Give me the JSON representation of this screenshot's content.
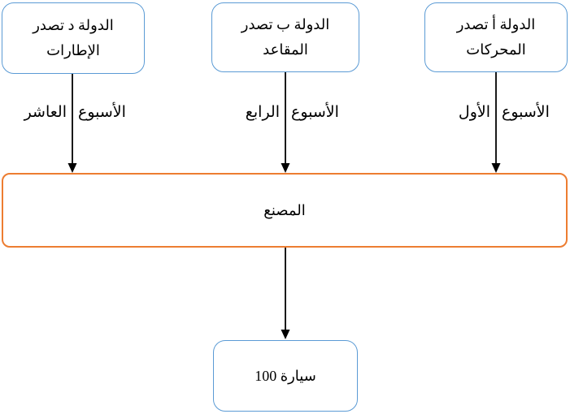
{
  "diagram": {
    "description_name": "car-assembly-flowchart",
    "colors": {
      "source_box_border": "#5B9BD5",
      "factory_box_border": "#ED7D31",
      "arrow": "#000000",
      "text": "#000000",
      "background": "#FFFFFF"
    },
    "sources": [
      {
        "name": "country-a",
        "lines": [
          "الدولة أ تصدر",
          "المحركات"
        ],
        "week": {
          "first_word": "الأسبوع",
          "second_word": "الأول"
        }
      },
      {
        "name": "country-b",
        "lines": [
          "الدولة ب تصدر",
          "المقاعد"
        ],
        "week": {
          "first_word": "الأسبوع",
          "second_word": "الرابع"
        }
      },
      {
        "name": "country-d",
        "lines": [
          "الدولة د تصدر",
          "الإطارات"
        ],
        "week": {
          "first_word": "الأسبوع",
          "second_word": "العاشر"
        }
      }
    ],
    "factory": {
      "label": "المصنع"
    },
    "output": {
      "label": "100 سيارة"
    }
  }
}
